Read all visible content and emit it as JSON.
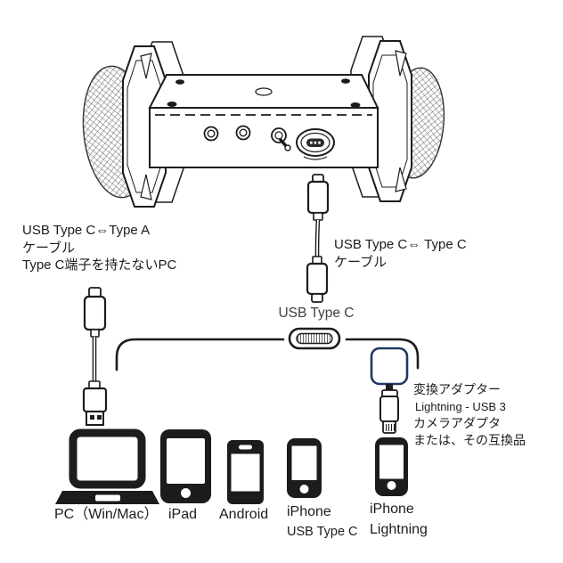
{
  "colors": {
    "ink": "#1c1c1c",
    "accent_navy": "#1f3864",
    "muted_label": "#3f3f3f",
    "background": "#ffffff"
  },
  "annotations": {
    "usb_a_cable": {
      "line1": "USB Type C⇔Type A",
      "line2": "ケーブル",
      "line3": "Type C端子を持たないPC"
    },
    "usb_c_cable": {
      "line1": "USB Type C⇔ Type C",
      "line2": "ケーブル"
    },
    "connector_label": "USB Type C",
    "adapter": {
      "line1": "変換アダプター",
      "line2": "Lightning - USB 3",
      "line3": "カメラアダプタ",
      "line4": "または、その互換品"
    }
  },
  "devices": [
    {
      "label": "PC（Win/Mac）",
      "sublabel": ""
    },
    {
      "label": "iPad",
      "sublabel": ""
    },
    {
      "label": "Android",
      "sublabel": ""
    },
    {
      "label": "iPhone",
      "sublabel": "USB Type C"
    },
    {
      "label": "iPhone",
      "sublabel": "Lightning"
    }
  ]
}
